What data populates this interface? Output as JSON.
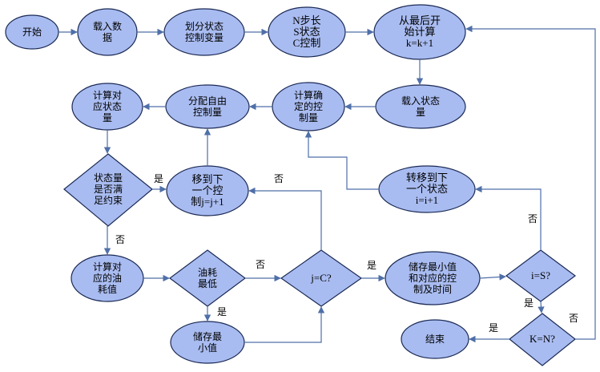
{
  "nodes": {
    "start": "开始",
    "load_data": "载入数\n据",
    "divide_vars": "划分状态\n控制变量",
    "steps": "N步长\nS状态\nC控制",
    "backward": "从最后开\n始计算\nk=k+1",
    "load_state": "载入状态\n量",
    "calc_ctrl": "计算确\n定的控\n制量",
    "alloc_free": "分配自由\n控制量",
    "calc_state": "计算对\n应状态\n量",
    "check_constraint": "状态量\n是否满\n足约束",
    "next_ctrl": "移到下\n一个控\n制j=j+1",
    "calc_fuel": "计算对\n应的油\n耗值",
    "fuel_min": "油耗\n最低",
    "store_min": "储存最\n小值",
    "j_eq_c": "j=C?",
    "store_ctrl": "储存最小值\n和对应的控\n制及时间",
    "i_eq_s": "i=S?",
    "next_state": "转移到下\n一个状态\ni=i+1",
    "k_eq_n": "K=N?",
    "end": "结束"
  },
  "labels": {
    "yes_constraint": "是",
    "no_constraint": "否",
    "no_jc_up": "否",
    "no_fuel": "否",
    "yes_fuel": "是",
    "yes_jc": "是",
    "no_is": "否",
    "yes_is": "是",
    "yes_kn": "是",
    "no_kn": "否"
  },
  "colors": {
    "shape_fill": "#a9bcf1",
    "shape_stroke": "#1b2a55",
    "arrow": "#4f6fa8"
  }
}
